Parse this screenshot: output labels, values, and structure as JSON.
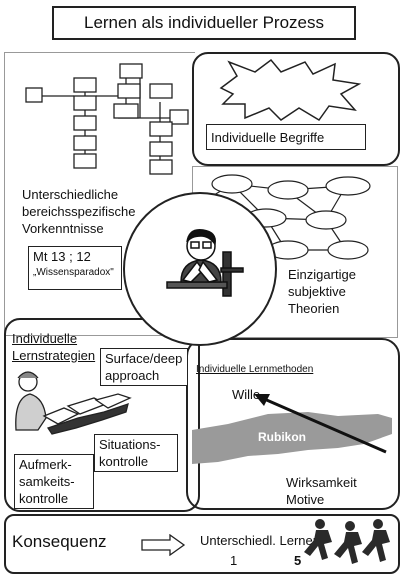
{
  "title": "Lernen als individueller Prozess",
  "top_left": {
    "label_lines": [
      "Unterschiedliche",
      "bereichsspezifische",
      "Vorkenntnisse"
    ],
    "ref": "Mt  13 ; 12",
    "ref_note": "„Wissensparadox\""
  },
  "top_right": {
    "label": "Individuelle Begriffe"
  },
  "middle_right": {
    "label_lines": [
      "Einzigartige",
      "subjektive",
      "Theorien"
    ]
  },
  "bottom_left": {
    "heading_lines": [
      "Individuelle",
      "Lernstrategien"
    ],
    "approach_lines": [
      "Surface/deep",
      "approach"
    ],
    "situation_lines": [
      "Situations-",
      "kontrolle"
    ],
    "attention_lines": [
      "Aufmerk-",
      "samkeits-",
      "kontrolle"
    ]
  },
  "bottom_right": {
    "heading": "Individuelle Lernmethoden",
    "wille": "Wille",
    "rubikon": "Rubikon",
    "wirksamkeit": "Wirksamkeit",
    "motive": "Motive"
  },
  "bottom": {
    "konsequenz": "Konsequenz",
    "lerner": "Unterschiedl. Lerner",
    "num1": "1",
    "num5": "5"
  }
}
